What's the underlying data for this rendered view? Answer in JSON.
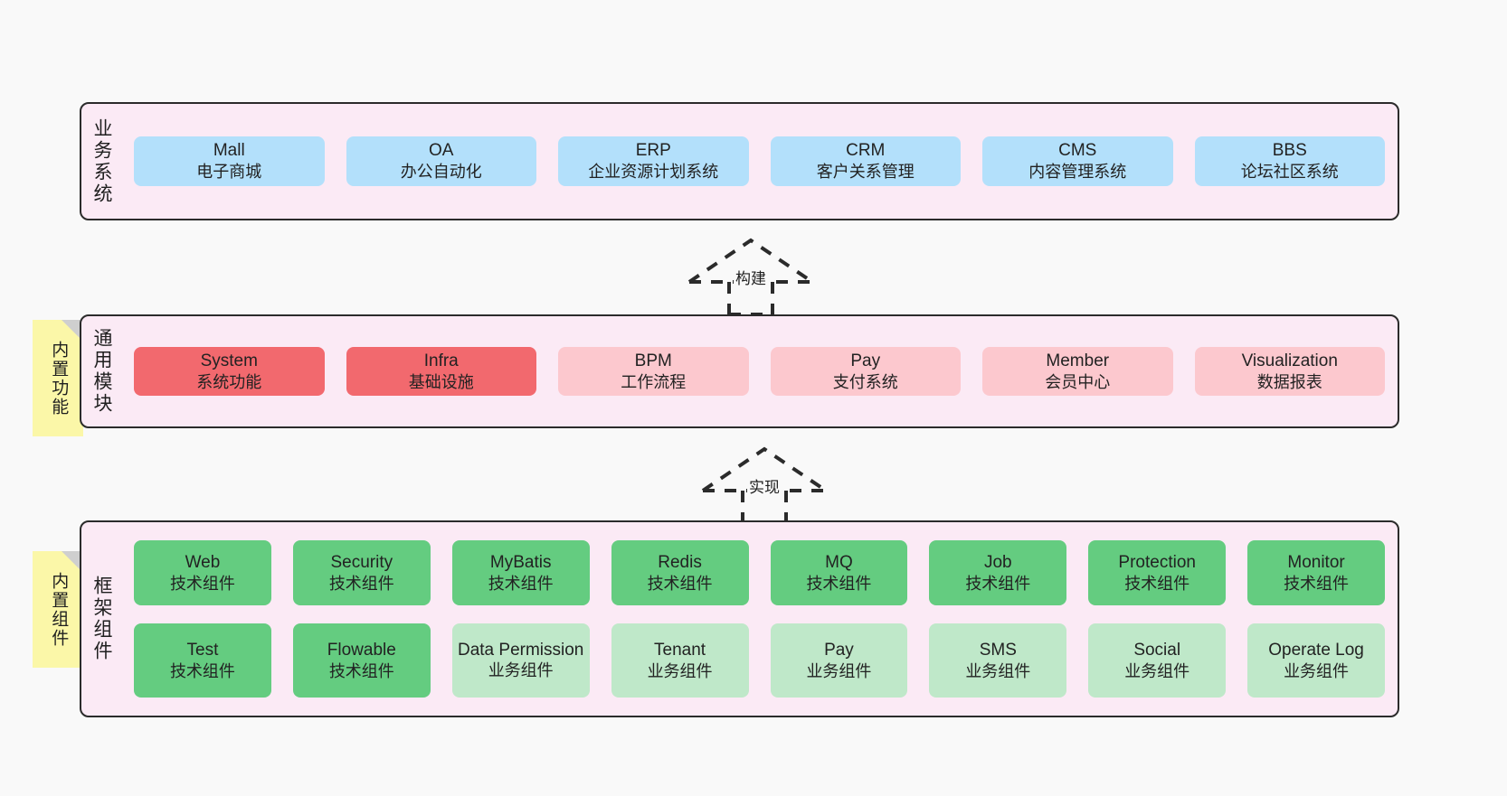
{
  "diagram": {
    "background_color": "#f9f9f9",
    "layer_fill": "#fbeaf5",
    "layer_border": "#2b2b2b"
  },
  "layers": [
    {
      "id": "business",
      "title": "业务系统",
      "note": null,
      "rows": [
        {
          "cells": [
            {
              "en": "Mall",
              "cn": "电子商城",
              "color": "#b3e0fb",
              "style": "c-blue"
            },
            {
              "en": "OA",
              "cn": "办公自动化",
              "color": "#b3e0fb",
              "style": "c-blue"
            },
            {
              "en": "ERP",
              "cn": "企业资源计划系统",
              "color": "#b3e0fb",
              "style": "c-blue"
            },
            {
              "en": "CRM",
              "cn": "客户关系管理",
              "color": "#b3e0fb",
              "style": "c-blue"
            },
            {
              "en": "CMS",
              "cn": "内容管理系统",
              "color": "#b3e0fb",
              "style": "c-blue"
            },
            {
              "en": "BBS",
              "cn": "论坛社区系统",
              "color": "#b3e0fb",
              "style": "c-blue"
            }
          ]
        }
      ]
    },
    {
      "id": "common-modules",
      "title": "通用模块",
      "note": "内置功能",
      "rows": [
        {
          "cells": [
            {
              "en": "System",
              "cn": "系统功能",
              "color": "#f2696e",
              "style": "c-red"
            },
            {
              "en": "Infra",
              "cn": "基础设施",
              "color": "#f2696e",
              "style": "c-red"
            },
            {
              "en": "BPM",
              "cn": "工作流程",
              "color": "#fcc8ce",
              "style": "c-pink"
            },
            {
              "en": "Pay",
              "cn": "支付系统",
              "color": "#fcc8ce",
              "style": "c-pink"
            },
            {
              "en": "Member",
              "cn": "会员中心",
              "color": "#fcc8ce",
              "style": "c-pink"
            },
            {
              "en": "Visualization",
              "cn": "数据报表",
              "color": "#fcc8ce",
              "style": "c-pink"
            }
          ]
        }
      ]
    },
    {
      "id": "framework-components",
      "title": "框架组件",
      "note": "内置组件",
      "rows": [
        {
          "cells": [
            {
              "en": "Web",
              "cn": "技术组件",
              "color": "#64cc80",
              "style": "c-green"
            },
            {
              "en": "Security",
              "cn": "技术组件",
              "color": "#64cc80",
              "style": "c-green"
            },
            {
              "en": "MyBatis",
              "cn": "技术组件",
              "color": "#64cc80",
              "style": "c-green"
            },
            {
              "en": "Redis",
              "cn": "技术组件",
              "color": "#64cc80",
              "style": "c-green"
            },
            {
              "en": "MQ",
              "cn": "技术组件",
              "color": "#64cc80",
              "style": "c-green"
            },
            {
              "en": "Job",
              "cn": "技术组件",
              "color": "#64cc80",
              "style": "c-green"
            },
            {
              "en": "Protection",
              "cn": "技术组件",
              "color": "#64cc80",
              "style": "c-green"
            },
            {
              "en": "Monitor",
              "cn": "技术组件",
              "color": "#64cc80",
              "style": "c-green"
            }
          ]
        },
        {
          "cells": [
            {
              "en": "Test",
              "cn": "技术组件",
              "color": "#64cc80",
              "style": "c-green"
            },
            {
              "en": "Flowable",
              "cn": "技术组件",
              "color": "#64cc80",
              "style": "c-green"
            },
            {
              "en": "Data Permission",
              "cn": "业务组件",
              "color": "#bfe8c9",
              "style": "c-green-lt"
            },
            {
              "en": "Tenant",
              "cn": "业务组件",
              "color": "#bfe8c9",
              "style": "c-green-lt"
            },
            {
              "en": "Pay",
              "cn": "业务组件",
              "color": "#bfe8c9",
              "style": "c-green-lt"
            },
            {
              "en": "SMS",
              "cn": "业务组件",
              "color": "#bfe8c9",
              "style": "c-green-lt"
            },
            {
              "en": "Social",
              "cn": "业务组件",
              "color": "#bfe8c9",
              "style": "c-green-lt"
            },
            {
              "en": "Operate Log",
              "cn": "业务组件",
              "color": "#bfe8c9",
              "style": "c-green-lt"
            }
          ]
        }
      ]
    }
  ],
  "connectors": [
    {
      "id": "build",
      "label": "构建",
      "direction": "up",
      "style": "dashed-hollow-arrow"
    },
    {
      "id": "implement",
      "label": "实现",
      "direction": "up",
      "style": "dashed-hollow-arrow"
    }
  ]
}
